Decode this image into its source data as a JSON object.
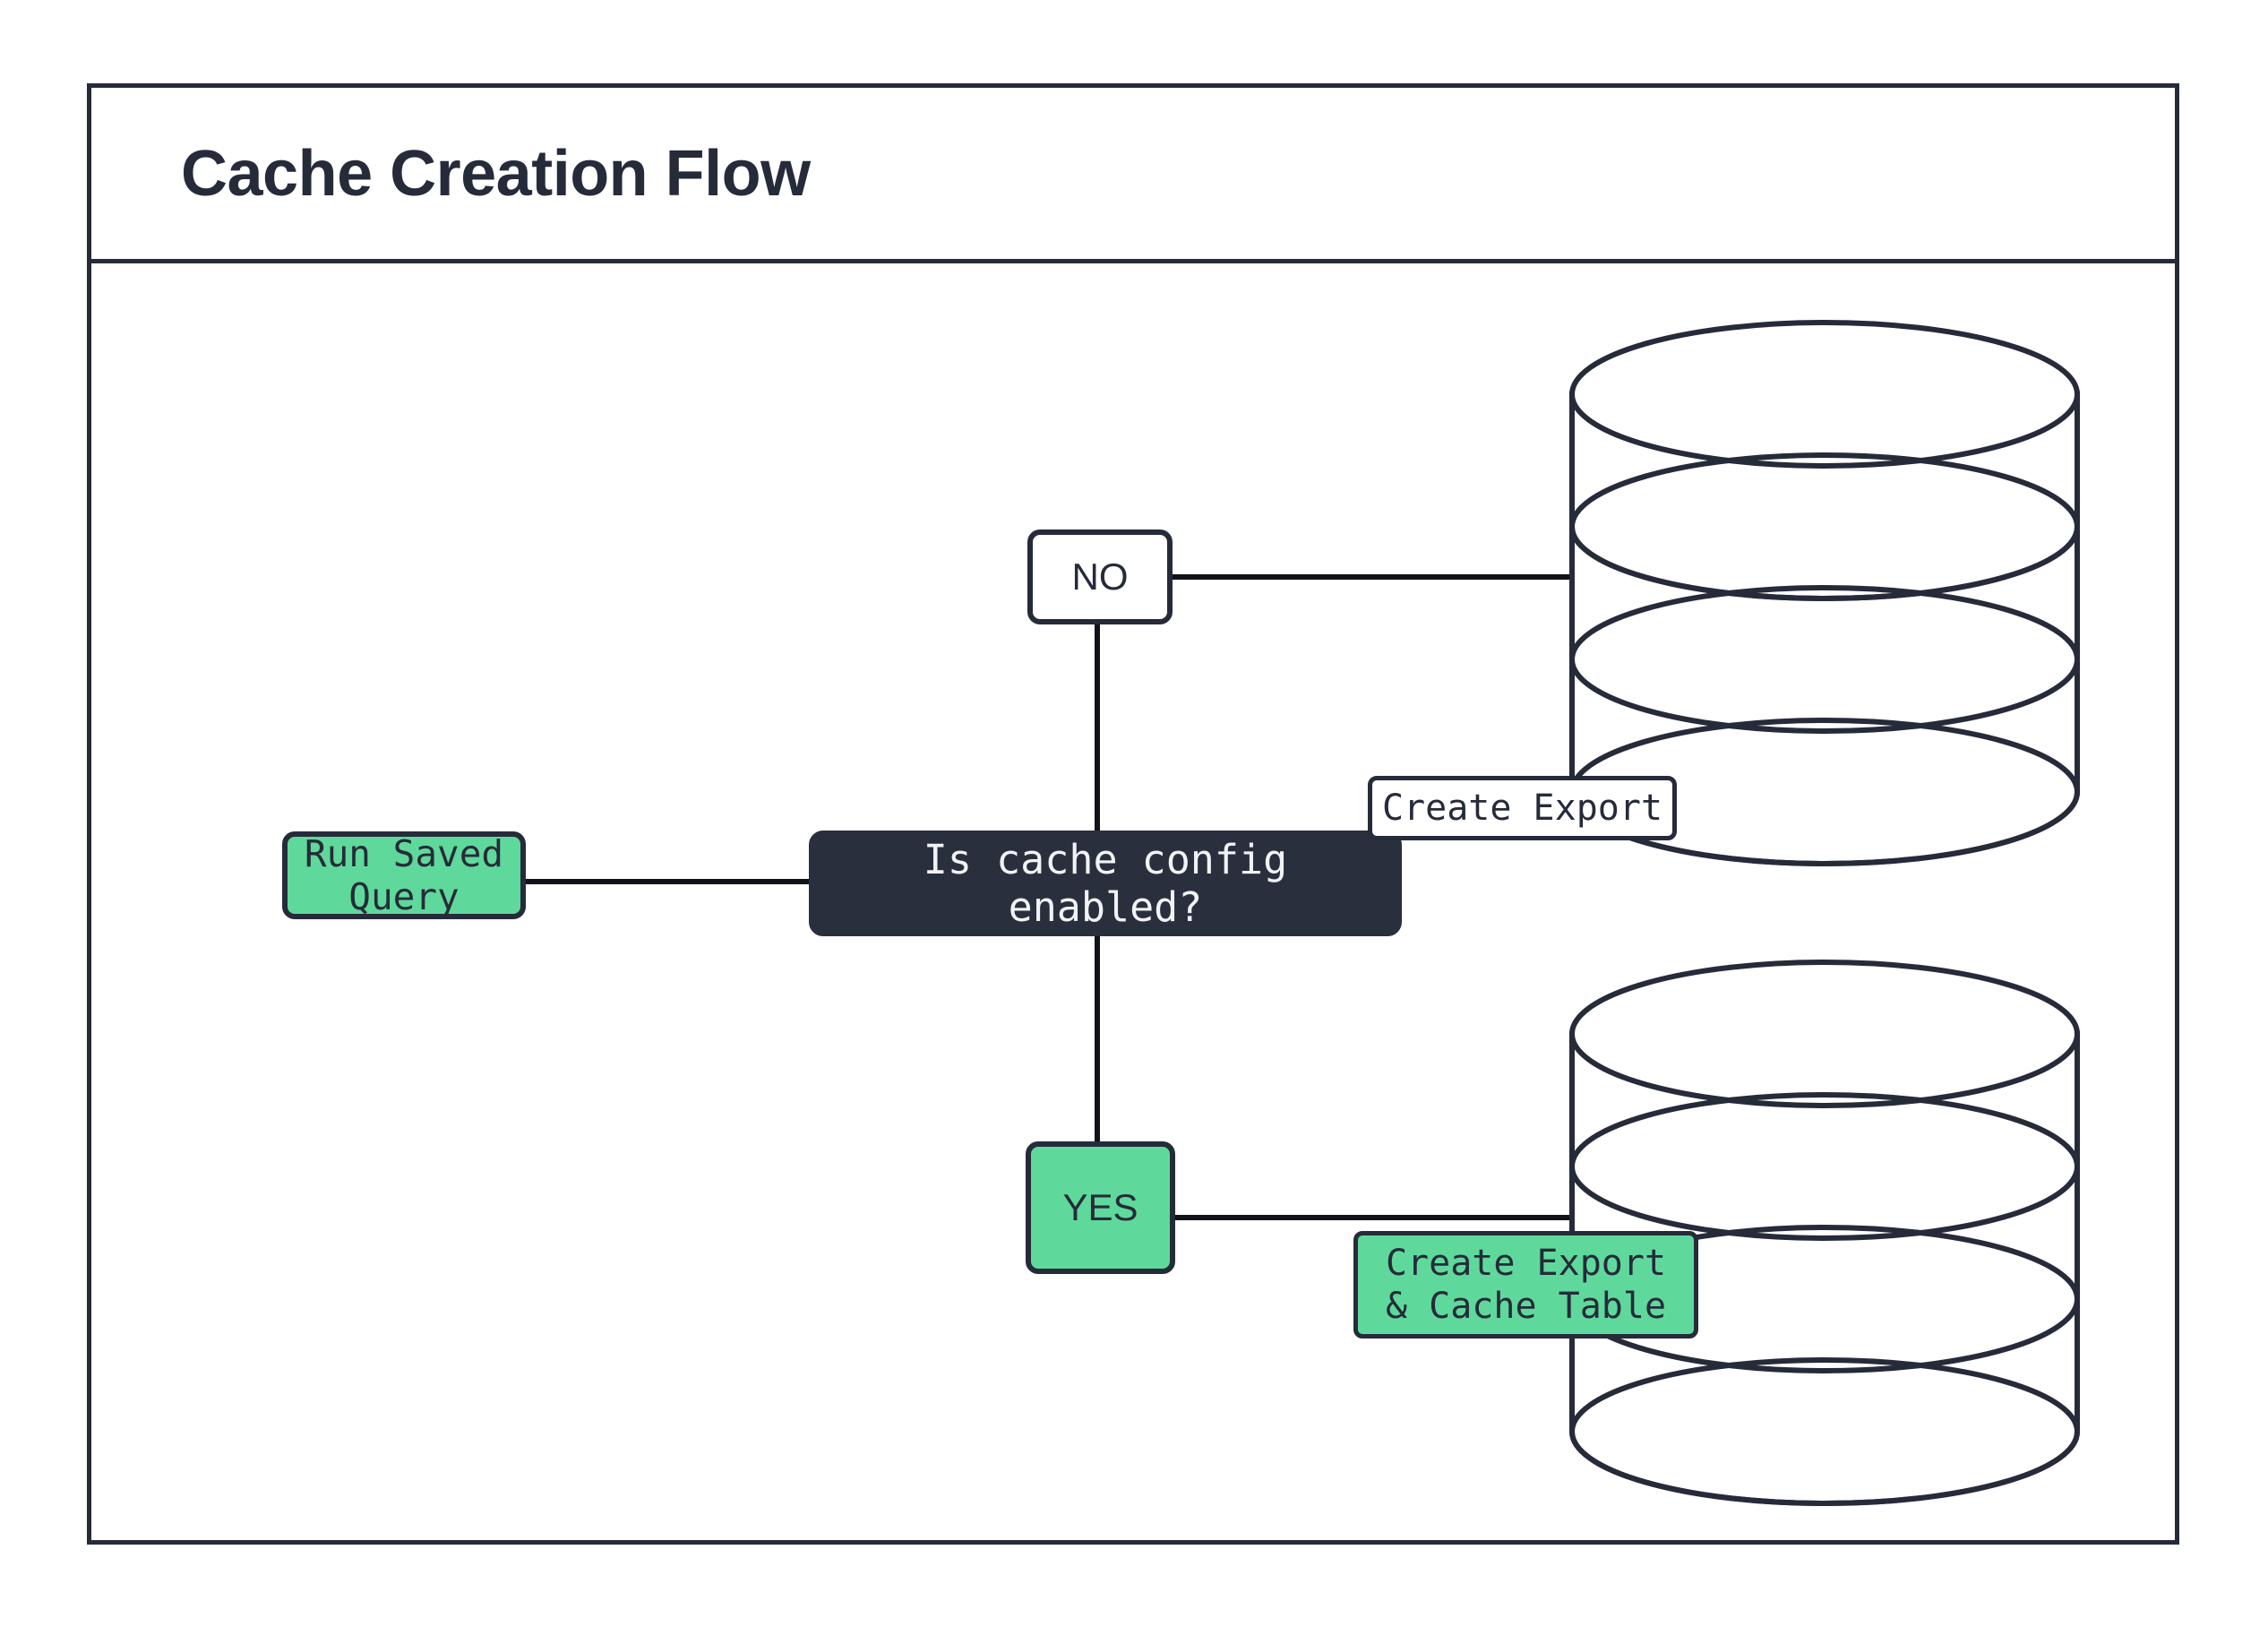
{
  "diagram": {
    "title": "Cache Creation Flow",
    "colors": {
      "accent_green": "#5fd99b",
      "dark_navy": "#262b3a",
      "decision_fill": "#2a2f3e",
      "line": "#111318",
      "white": "#ffffff"
    },
    "nodes": {
      "run_saved_query": "Run Saved Query",
      "decision": "Is cache config enabled?",
      "no_label": "NO",
      "yes_label": "YES",
      "create_export": "Create Export",
      "create_export_cache_line1": "Create Export",
      "create_export_cache_line2": "& Cache Table"
    },
    "shapes": {
      "database_top": "database-cylinder",
      "database_bottom": "database-cylinder"
    }
  },
  "chart_data": {
    "type": "diagram",
    "title": "Cache Creation Flow",
    "nodes": [
      {
        "id": "run_saved_query",
        "label": "Run Saved Query",
        "shape": "rounded-rect",
        "fill": "#5fd99b"
      },
      {
        "id": "decision",
        "label": "Is cache config enabled?",
        "shape": "rounded-rect",
        "fill": "#2a2f3e"
      },
      {
        "id": "no",
        "label": "NO",
        "shape": "rounded-rect",
        "fill": "#ffffff"
      },
      {
        "id": "yes",
        "label": "YES",
        "shape": "rounded-rect",
        "fill": "#5fd99b"
      },
      {
        "id": "db_export",
        "label": "Create Export",
        "shape": "database-cylinder",
        "fill": "#ffffff"
      },
      {
        "id": "db_export_cache",
        "label": "Create Export & Cache Table",
        "shape": "database-cylinder",
        "fill": "#5fd99b"
      }
    ],
    "edges": [
      {
        "from": "run_saved_query",
        "to": "decision"
      },
      {
        "from": "decision",
        "to": "no"
      },
      {
        "from": "no",
        "to": "db_export"
      },
      {
        "from": "decision",
        "to": "yes"
      },
      {
        "from": "yes",
        "to": "db_export_cache"
      }
    ]
  }
}
